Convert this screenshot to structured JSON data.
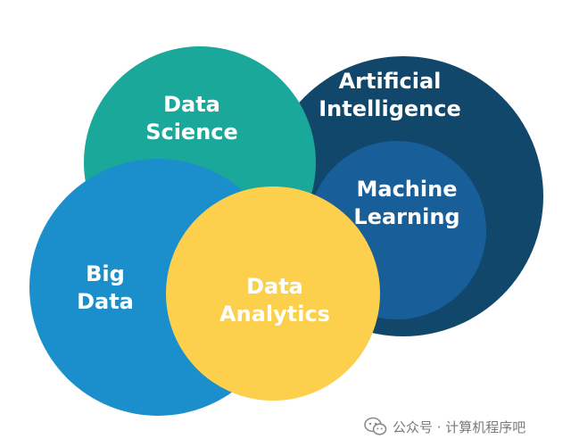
{
  "diagram": {
    "circles": [
      {
        "id": "artificial-intelligence",
        "lines": [
          "Artificial",
          "Intelligence"
        ],
        "color": "#11476b"
      },
      {
        "id": "machine-learning",
        "lines": [
          "Machine",
          "Learning"
        ],
        "color": "#185e99"
      },
      {
        "id": "data-science",
        "lines": [
          "Data",
          "Science"
        ],
        "color": "#1aa89a"
      },
      {
        "id": "big-data",
        "lines": [
          "Big",
          "Data"
        ],
        "color": "#1a8fcc"
      },
      {
        "id": "data-analytics",
        "lines": [
          "Data",
          "Analytics"
        ],
        "color": "#fccf4d"
      }
    ]
  },
  "watermark": {
    "text": "公众号 · 计算机程序吧",
    "icon": "wechat-icon"
  }
}
